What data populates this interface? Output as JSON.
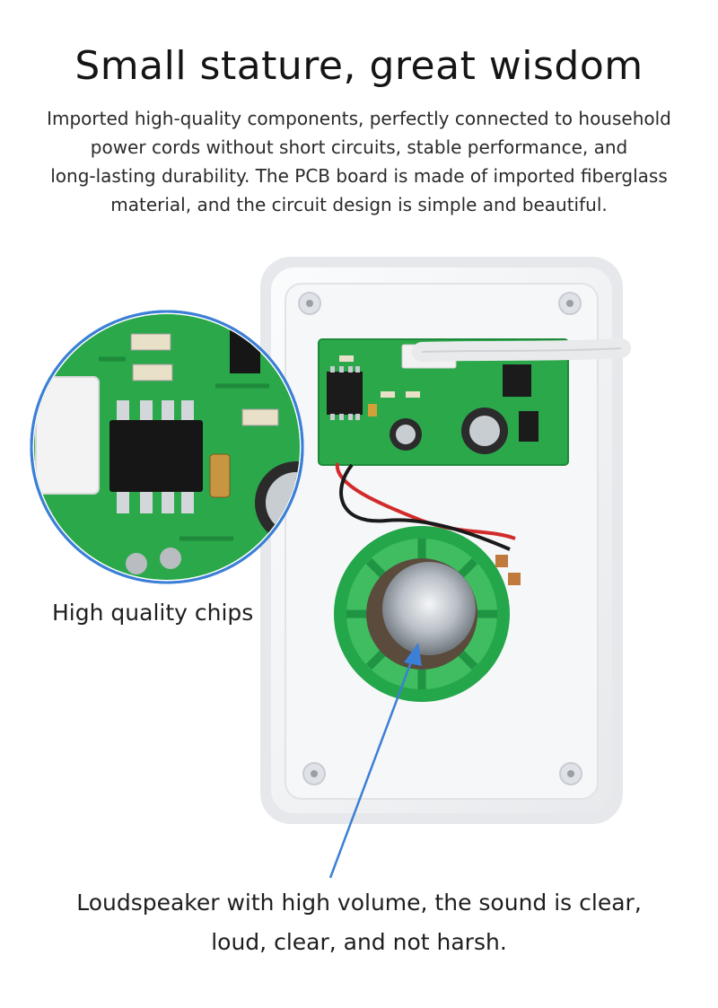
{
  "heading": "Small stature, great wisdom",
  "description_lines": [
    "Imported high-quality components, perfectly connected to household",
    "power cords without short circuits, stable performance, and",
    "long-lasting durability. The PCB board is made of imported fiberglass",
    "material, and the circuit design is simple and beautiful."
  ],
  "callouts": {
    "chips": "High quality chips",
    "speaker_lines": [
      "Loudspeaker with high volume, the sound is clear,",
      "loud, clear, and not harsh."
    ]
  },
  "colors": {
    "pcb_green": "#2aa84a",
    "magnifier_ring": "#3b7fd6",
    "arrow": "#3b7fd6",
    "case_white": "#f4f5f7"
  },
  "icons": [
    "magnifier-circle",
    "pointer-arrow"
  ]
}
